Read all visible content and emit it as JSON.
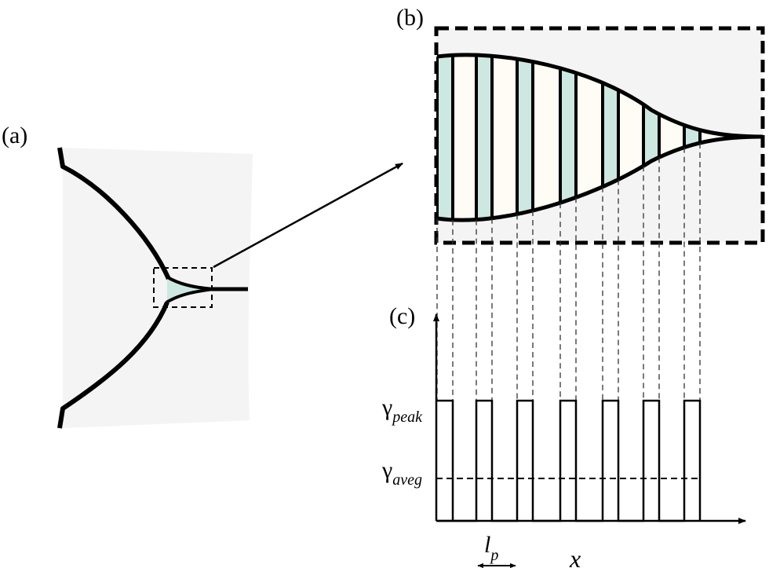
{
  "panels": {
    "a": {
      "label": "(a)"
    },
    "b": {
      "label": "(b)"
    },
    "c": {
      "label": "(c)"
    }
  },
  "plot": {
    "gamma_peak": {
      "symbol": "γ",
      "sub": "peak"
    },
    "gamma_avg": {
      "symbol": "γ",
      "sub": "aveg"
    },
    "pitch": {
      "symbol": "l",
      "sub": "p"
    },
    "x_axis": "x"
  },
  "colors": {
    "fill": "#cde7e1",
    "cream": "#fffcf5",
    "background": "#f4f4f4",
    "stroke": "#000000"
  }
}
